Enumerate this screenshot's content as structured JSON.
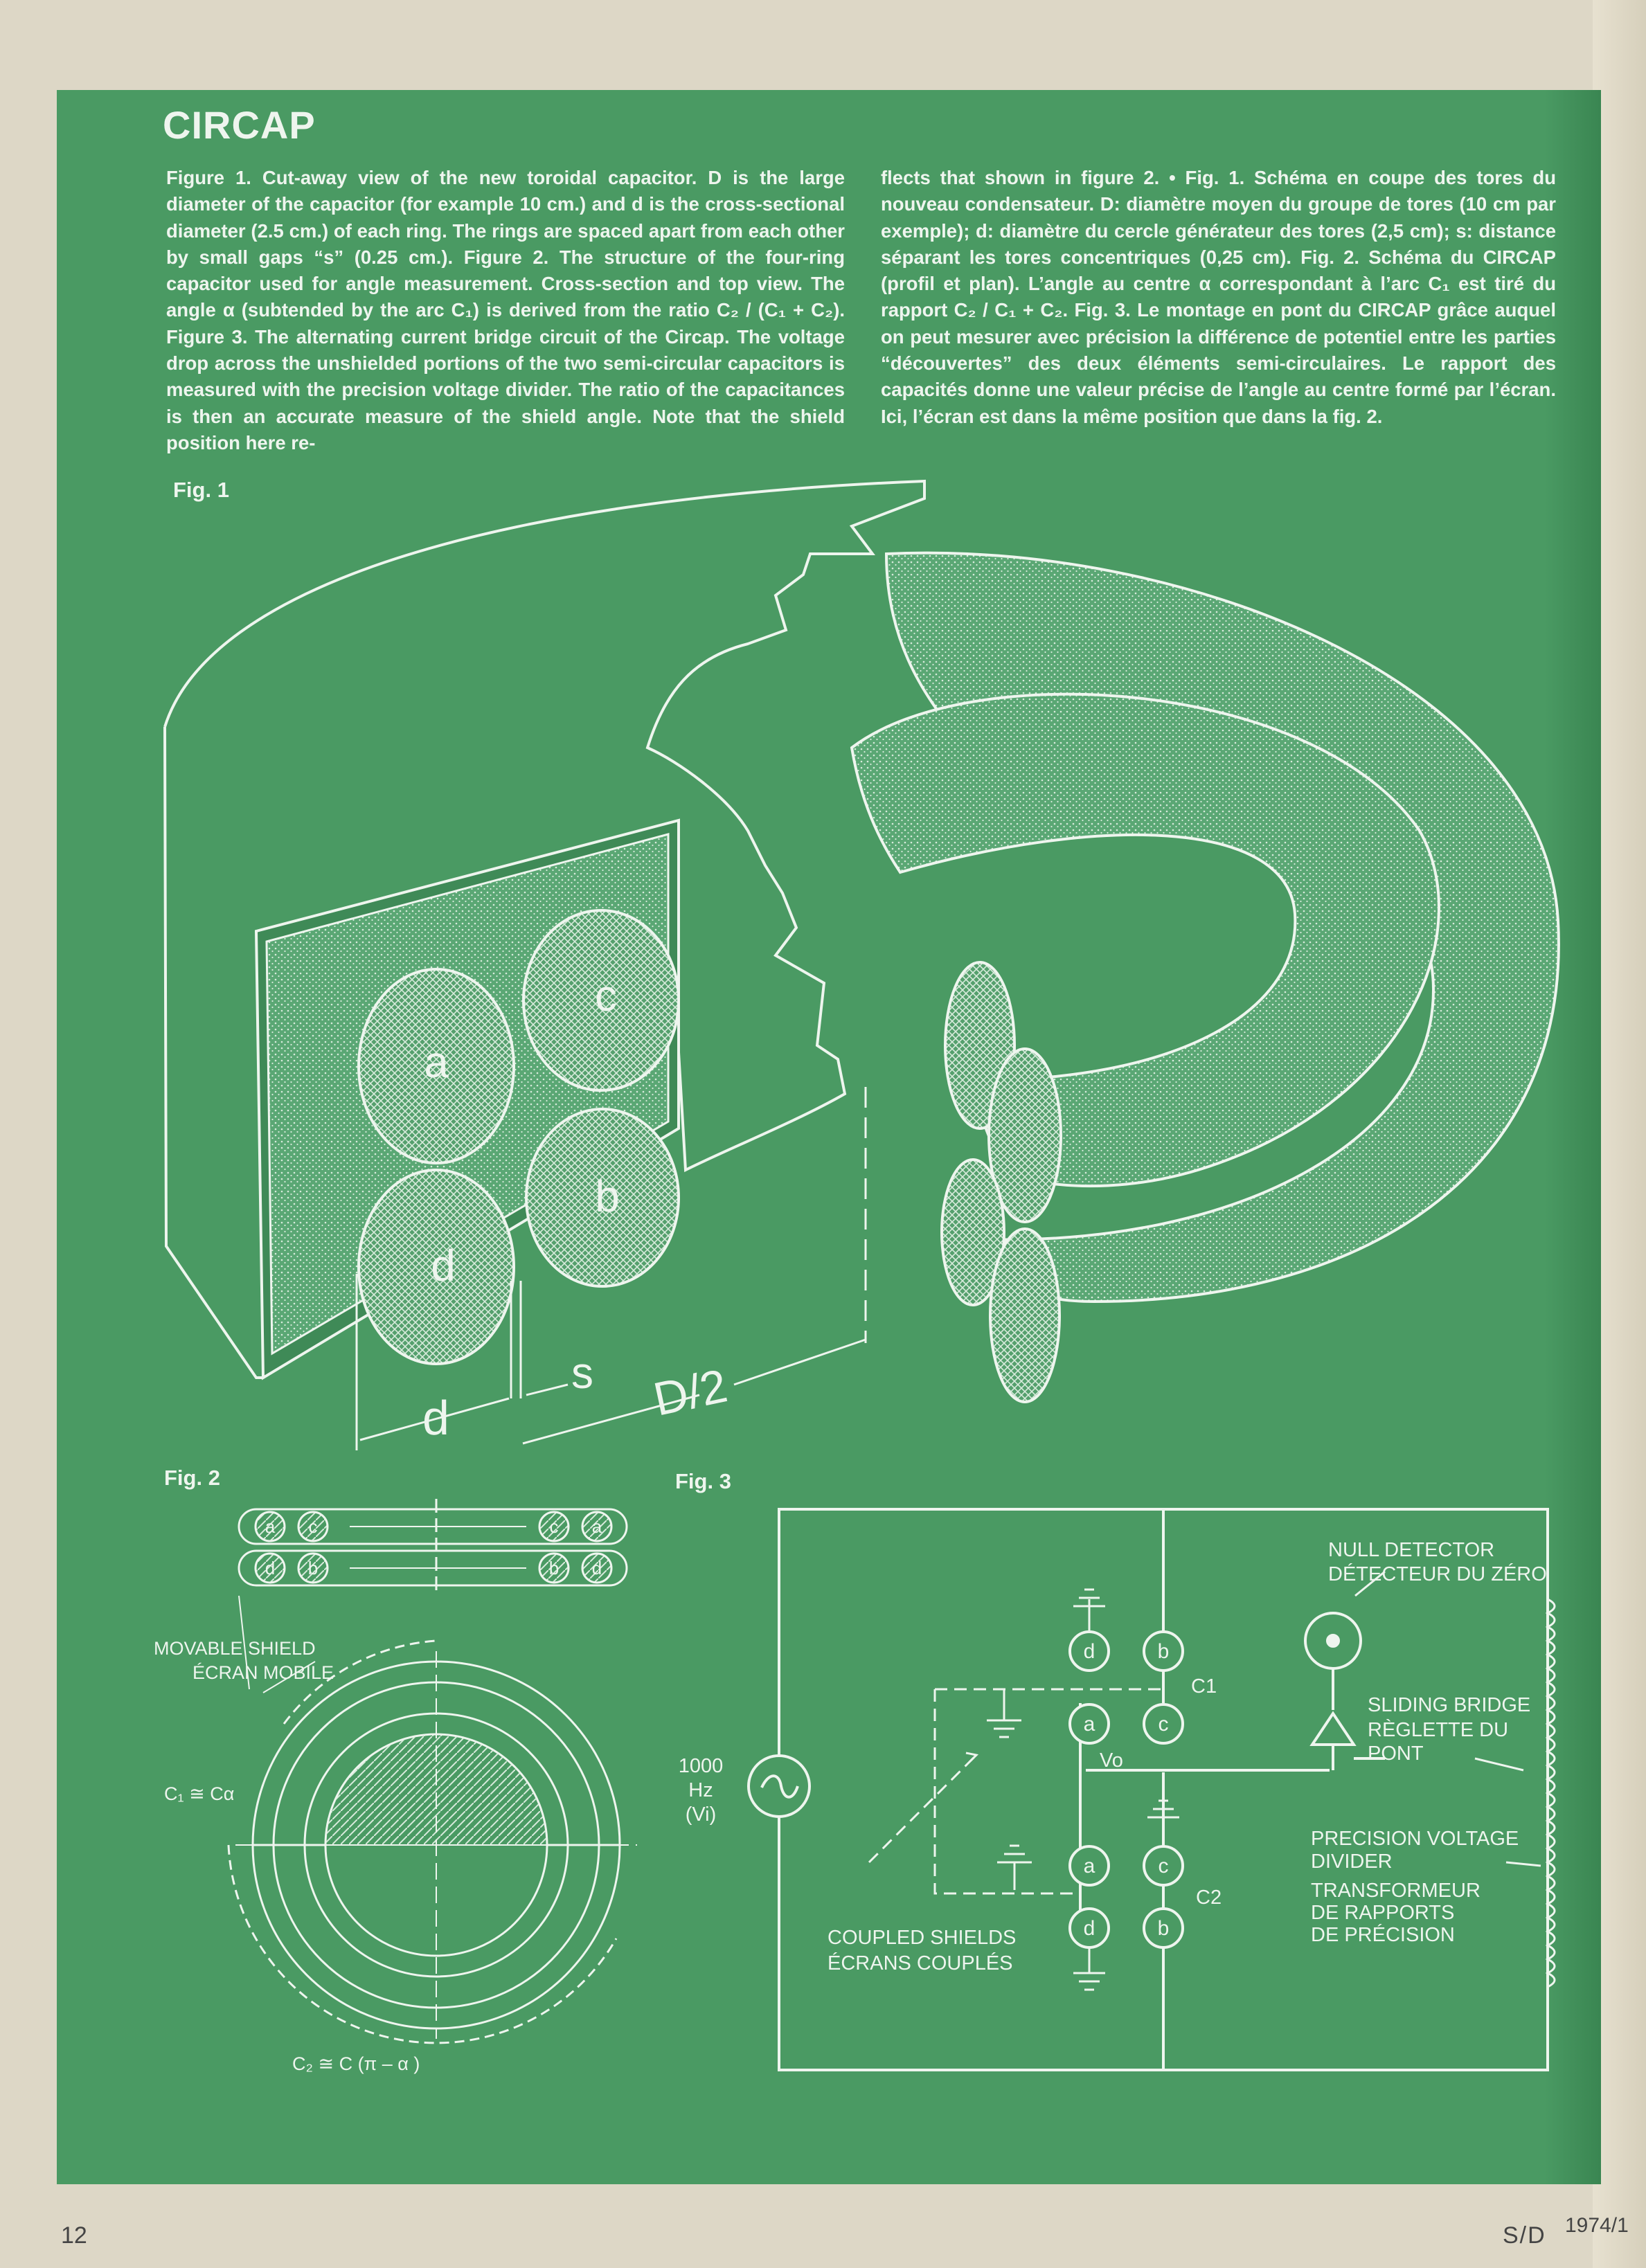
{
  "title": "CIRCAP",
  "text_left": "Figure 1. Cut-away view of the new toroidal capacitor. D is the large diameter of the capacitor (for example 10 cm.) and d is the cross-sectional diameter (2.5 cm.) of each ring. The rings are spaced apart from each other by small gaps “s” (0.25 cm.). Figure 2. The structure of the four-ring capacitor used for angle measurement. Cross-section and top view. The angle α (subtended by the arc C₁) is derived from the ratio C₂ / (C₁ + C₂). Figure 3. The alternating current bridge circuit of the Circap. The voltage drop across the unshielded portions of the two semi-circular capacitors is measured with the precision voltage divider. The ratio of the capacitances is then an accurate measure of the shield angle. Note that the shield position here re-",
  "text_right": "flects that shown in figure 2. • Fig. 1. Schéma en coupe des tores du nouveau condensateur. D: diamètre moyen du groupe de tores (10 cm par exemple); d: diamètre du cercle générateur des tores (2,5 cm); s: distance séparant les tores concentriques (0,25 cm). Fig. 2. Schéma du CIRCAP (profil et plan). L’angle au centre α correspondant à l’arc C₁ est tiré du rapport C₂ / C₁ + C₂. Fig. 3. Le montage en pont du CIRCAP grâce auquel on peut mesurer avec précision la différence de potentiel entre les parties “découvertes” des deux éléments semi-circulaires. Le rapport des capacités donne une valeur précise de l’angle au centre formé par l’écran. Ici, l’écran est dans la même position que dans la fig. 2.",
  "fig1": {
    "label": "Fig. 1",
    "rings": [
      "a",
      "c",
      "b",
      "d"
    ],
    "dim_d": "d",
    "dim_s": "s",
    "dim_D": "D/2"
  },
  "fig2": {
    "label": "Fig. 2",
    "ring_row_top": [
      "a",
      "c",
      "c",
      "a"
    ],
    "ring_row_bottom": [
      "d",
      "b",
      "b",
      "d"
    ],
    "shield_en": "MOVABLE SHIELD",
    "shield_fr": "ÉCRAN MOBILE",
    "c1_label": "C₁ ≅ Cα",
    "c2_label": "C₂ ≅ C (π – α )"
  },
  "fig3": {
    "label": "Fig. 3",
    "source_freq": "1000",
    "source_unit": "Hz",
    "source_v": "(Vi)",
    "null_en": "NULL DETECTOR",
    "null_fr": "DÉTECTEUR DU ZÉRO",
    "bridge_1": "SLIDING BRIDGE",
    "bridge_2": "RÈGLETTE DU",
    "bridge_3": "PONT",
    "divider_1": "PRECISION VOLTAGE",
    "divider_2": "DIVIDER",
    "divider_3": "TRANSFORMEUR",
    "divider_4": "DE RAPPORTS",
    "divider_5": "DE PRÉCISION",
    "shields_en": "COUPLED SHIELDS",
    "shields_fr": "ÉCRANS COUPLÉS",
    "c1": "C1",
    "c2": "C2",
    "vo": "Vo",
    "nodes_upper": [
      "d",
      "b",
      "a",
      "c"
    ],
    "nodes_lower": [
      "a",
      "c",
      "d",
      "b"
    ]
  },
  "footer": {
    "page_number": "12",
    "journal": "S/D",
    "issue": "1974/1"
  },
  "colors": {
    "panel": "#4a9a63",
    "ink": "#eef5ee",
    "paper": "#ddd7c6"
  }
}
